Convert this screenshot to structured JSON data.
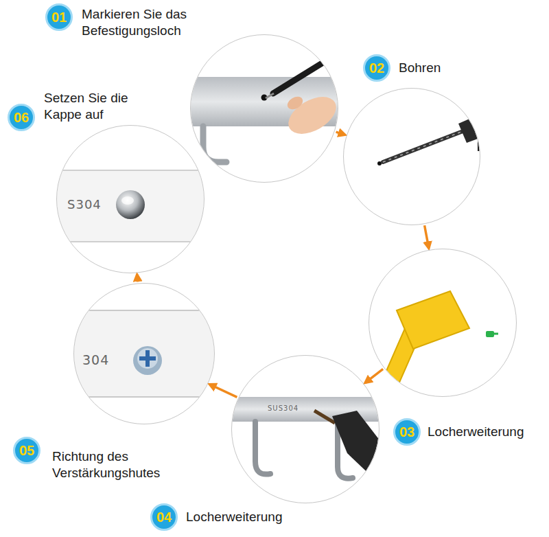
{
  "diagram": {
    "nodes": [
      {
        "text": [
          "01",
          "Markieren Sie das Befestigungsloch"
        ]
      },
      {
        "text": [
          "02",
          "Bohren"
        ]
      },
      {
        "text": [
          "03",
          "Locherweiterung"
        ]
      },
      {
        "text": [
          "04",
          "Locherweiterung"
        ]
      },
      {
        "text": [
          "05",
          "Richtung des Verstärkungshutes"
        ]
      },
      {
        "text": [
          "06",
          "Setzen Sie die Kappe auf"
        ]
      }
    ],
    "edges": [
      {
        "from": 0,
        "to": 1,
        "arrow": "to"
      },
      {
        "from": 1,
        "to": 2,
        "arrow": "to"
      },
      {
        "from": 2,
        "to": 3,
        "arrow": "to"
      },
      {
        "from": 3,
        "to": 4,
        "arrow": "to"
      },
      {
        "from": 4,
        "to": 5,
        "arrow": "to"
      }
    ],
    "labels": [
      "S304",
      "304",
      "SUS304"
    ]
  }
}
